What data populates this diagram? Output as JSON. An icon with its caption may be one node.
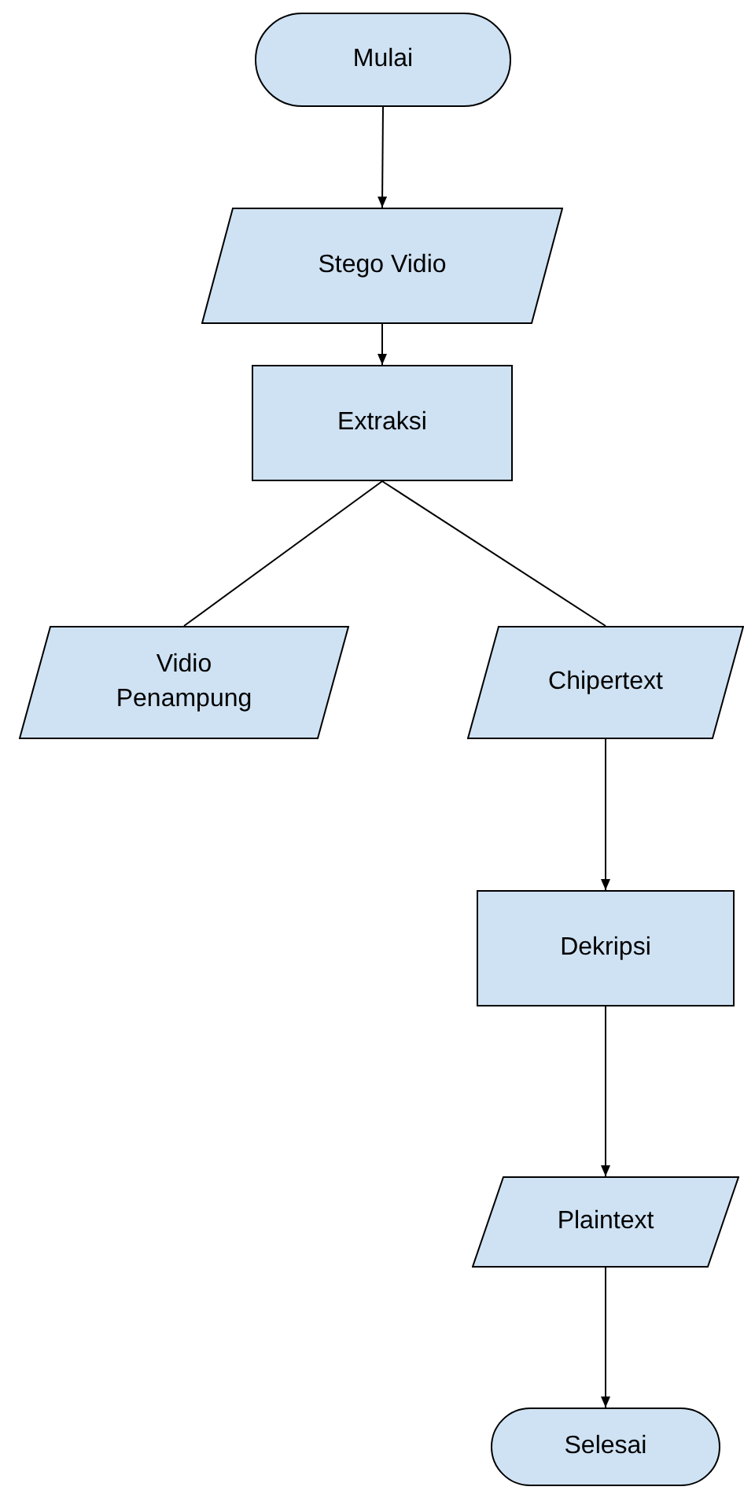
{
  "diagram": {
    "nodes": [
      {
        "text": [
          "Mulai"
        ]
      },
      {
        "text": [
          "Stego Vidio"
        ]
      },
      {
        "text": [
          "Extraksi"
        ]
      },
      {
        "text": [
          "Vidio Penampung"
        ]
      },
      {
        "text": [
          "Chipertext"
        ]
      },
      {
        "text": [
          "Dekripsi"
        ]
      },
      {
        "text": [
          "Plaintext"
        ]
      },
      {
        "text": [
          "Selesai"
        ]
      }
    ],
    "edges": [
      {
        "from": 0,
        "to": 1,
        "arrow": "to"
      },
      {
        "from": 1,
        "to": 2,
        "arrow": "to"
      },
      {
        "from": 2,
        "to": 3,
        "arrow": "none"
      },
      {
        "from": 2,
        "to": 4,
        "arrow": "none"
      },
      {
        "from": 4,
        "to": 5,
        "arrow": "to"
      },
      {
        "from": 5,
        "to": 6,
        "arrow": "to"
      },
      {
        "from": 6,
        "to": 7,
        "arrow": "to"
      }
    ]
  }
}
